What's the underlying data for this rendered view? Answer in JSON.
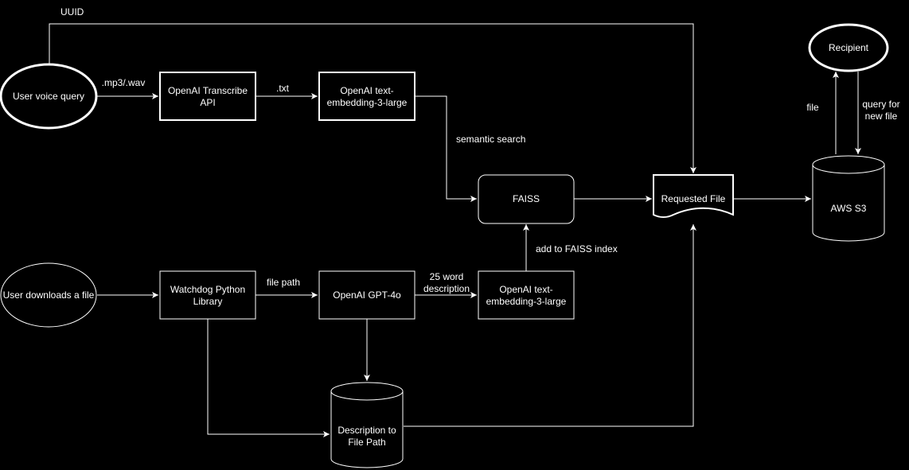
{
  "nodes": {
    "user_voice_query": "User voice query",
    "openai_transcribe": [
      "OpenAI Transcribe",
      "API"
    ],
    "embedding_top": [
      "OpenAI text-",
      "embedding-3-large"
    ],
    "faiss": "FAISS",
    "requested_file": "Requested File",
    "aws_s3": "AWS S3",
    "recipient": "Recipient",
    "user_downloads": "User downloads a file",
    "watchdog": [
      "Watchdog Python",
      "Library"
    ],
    "gpt4o": "OpenAI GPT-4o",
    "embedding_bottom": [
      "OpenAI text-",
      "embedding-3-large"
    ],
    "description_db": [
      "Description to",
      "File Path"
    ]
  },
  "edges": {
    "uuid": "UUID",
    "mp3_wav": ".mp3/.wav",
    "txt": ".txt",
    "semantic_search": "semantic search",
    "file": "file",
    "query_new_file": [
      "query for",
      "new file"
    ],
    "file_path": "file path",
    "word_description": [
      "25 word",
      "description"
    ],
    "add_faiss_index": "add to FAISS index"
  }
}
